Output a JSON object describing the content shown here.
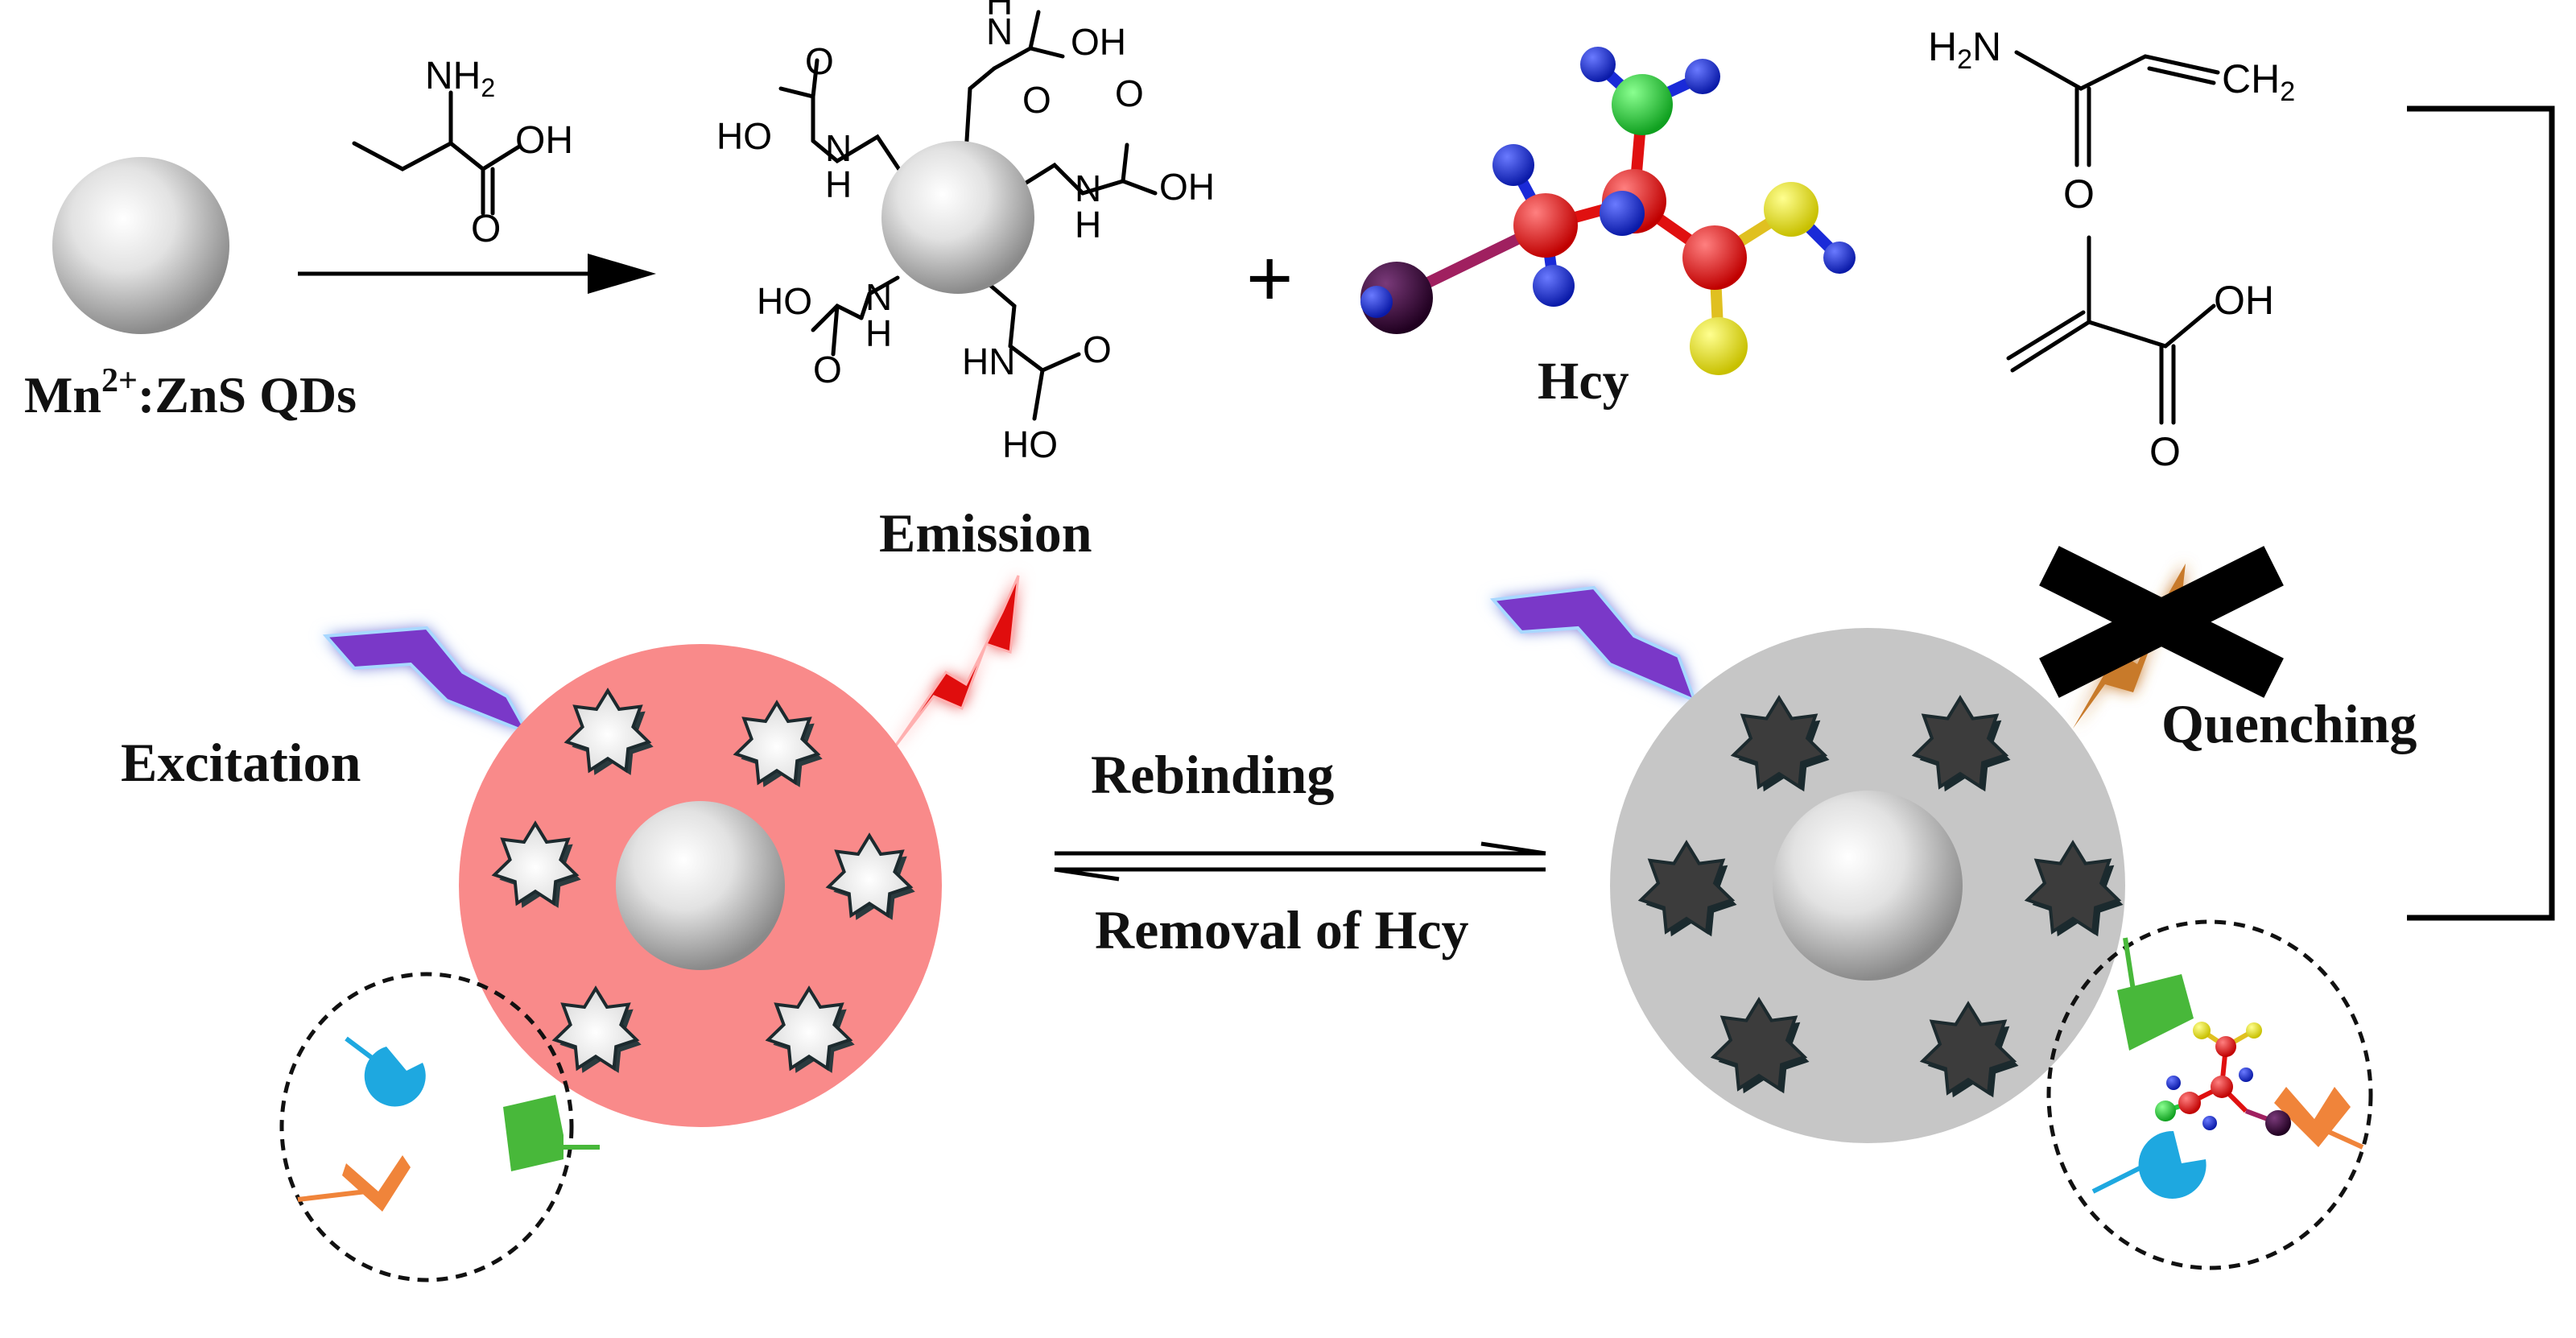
{
  "labels": {
    "qds": "Mn",
    "qds_sup": "2+",
    "qds_rest": ":ZnS QDs",
    "emission": "Emission",
    "excitation": "Excitation",
    "hcy": "Hcy",
    "quenching": "Quenching",
    "rebinding": "Rebinding",
    "removal": "Removal of Hcy",
    "plus": "+"
  },
  "chem": {
    "nh2": "NH",
    "nh2_sub": "2",
    "oh": "OH",
    "o": "O",
    "ho": "HO",
    "n": "N",
    "h": "H",
    "hn": "HN",
    "h2": "H",
    "h2_sub": "2",
    "ch2": "CH",
    "ch2_sub": "2"
  },
  "colors": {
    "mip_before": "#f98a8a",
    "mip_after": "#c6c6c6",
    "atom_red": "#e01010",
    "atom_blue": "#1a2ad8",
    "atom_green": "#22c83a",
    "atom_yellow": "#e8e020",
    "atom_purple": "#3a0a3a",
    "bolt_purple": "#7a38c8",
    "bolt_red": "#e01010",
    "site_cyan": "#1ea8e0",
    "site_green": "#48b83a",
    "site_orange": "#f0843a"
  }
}
